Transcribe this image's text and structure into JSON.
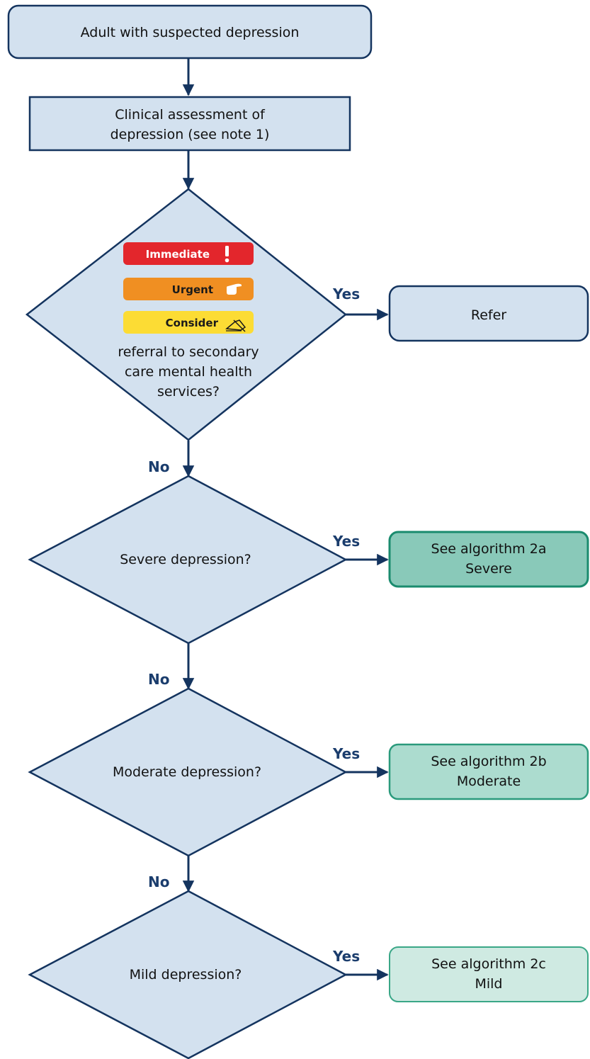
{
  "colors": {
    "line": "#14345f",
    "box_fill": "#d3e1ef",
    "severe_fill": "#89c9b9",
    "severe_stroke": "#1a8b6e",
    "moderate_fill": "#acdccf",
    "moderate_stroke": "#2a9a7c",
    "mild_fill": "#cfeae2",
    "mild_stroke": "#3aa787",
    "immediate": "#e3262c",
    "urgent": "#f08f22",
    "consider": "#fcdc34",
    "label": "#1b3d6d"
  },
  "start": {
    "text": "Adult with suspected depression"
  },
  "assessment": {
    "line1": "Clinical assessment of",
    "line2": "depression (see note 1)"
  },
  "referral_decision": {
    "badges": {
      "immediate": {
        "label": "Immediate",
        "icon": "exclamation-icon"
      },
      "urgent": {
        "label": "Urgent",
        "icon": "pointing-hand-icon"
      },
      "consider": {
        "label": "Consider",
        "icon": "writing-hand-icon"
      }
    },
    "line1": "referral to secondary",
    "line2": "care mental health",
    "line3": "services?"
  },
  "refer": {
    "text": "Refer"
  },
  "severe_decision": {
    "text": "Severe depression?"
  },
  "severe_result": {
    "line1": "See algorithm 2a",
    "line2": "Severe"
  },
  "moderate_decision": {
    "text": "Moderate depression?"
  },
  "moderate_result": {
    "line1": "See algorithm 2b",
    "line2": "Moderate"
  },
  "mild_decision": {
    "text": "Mild depression?"
  },
  "mild_result": {
    "line1": "See algorithm 2c",
    "line2": "Mild"
  },
  "labels": {
    "yes": "Yes",
    "no": "No"
  }
}
